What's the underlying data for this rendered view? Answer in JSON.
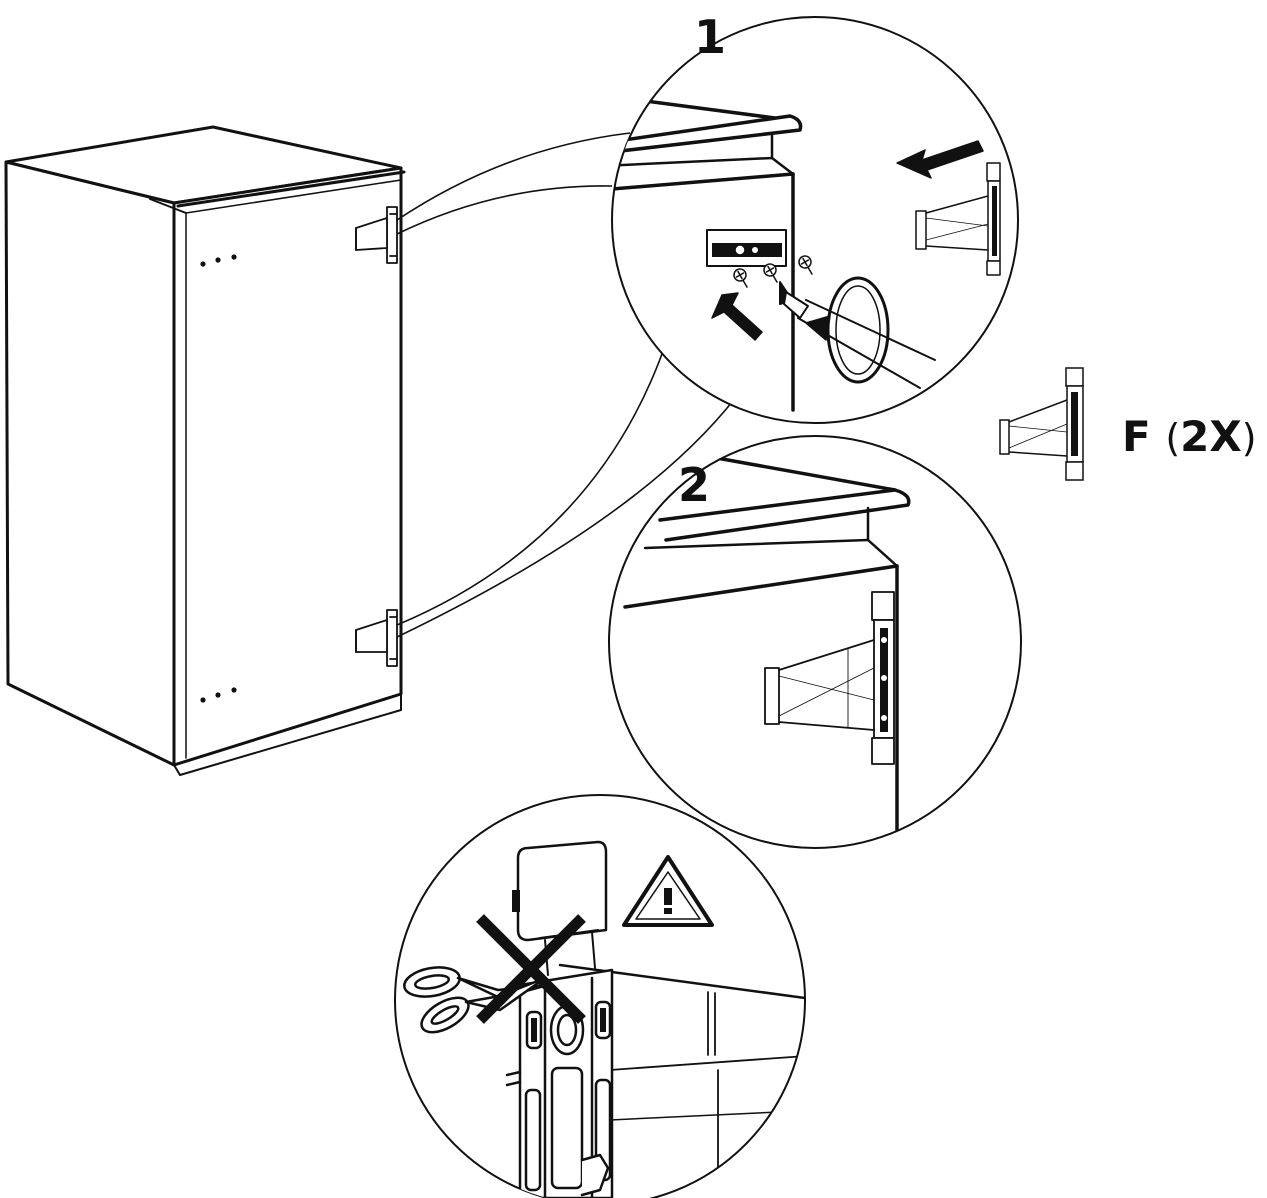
{
  "steps": {
    "step1": "1",
    "step2": "2"
  },
  "part": {
    "letter": "F",
    "quantity": "2X"
  },
  "icons": {
    "warning": "warning-triangle-icon",
    "scissors": "scissors-icon",
    "prohibited": "cross-out-icon",
    "rotate": "rotate-clockwise-icon",
    "push": "arrow-icon"
  },
  "colors": {
    "ink": "#111111",
    "paper": "#ffffff"
  }
}
